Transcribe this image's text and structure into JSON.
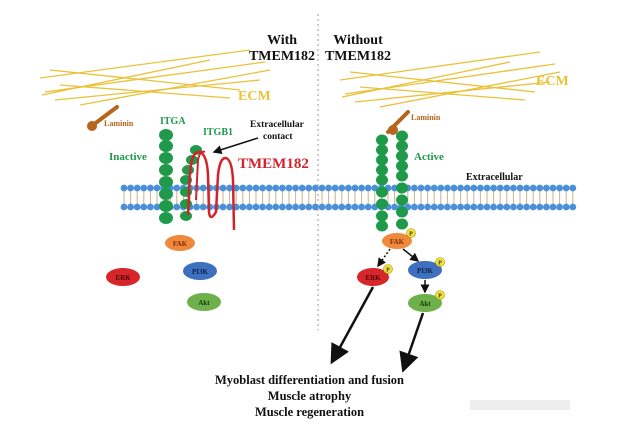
{
  "headers": {
    "left_line1": "With",
    "left_line2": "TMEM182",
    "right_line1": "Without",
    "right_line2": "TMEM182"
  },
  "labels": {
    "ecm": "ECM",
    "laminin": "Laminin",
    "itga": "ITGA",
    "itgb1": "ITGB1",
    "extracellular_contact_line1": "Extracellular",
    "extracellular_contact_line2": "contact",
    "tmem182": "TMEM182",
    "inactive": "Inactive",
    "active": "Active",
    "extracellular": "Extracellular",
    "fak": "FAK",
    "erk": "ERK",
    "pi3k": "PI3K",
    "akt": "Akt",
    "phospho": "P"
  },
  "outcomes": [
    "Myoblast differentiation and fusion",
    "Muscle atrophy",
    "Muscle regeneration"
  ],
  "colors": {
    "ecm": "#e9c23a",
    "laminin": "#b5651d",
    "integrin": "#1f9a4a",
    "tmem182": "#d1232a",
    "membrane_head": "#4a90d9",
    "fak": "#f0883e",
    "erk": "#d7262b",
    "pi3k": "#3f6fbf",
    "akt": "#6db04c",
    "phospho": "#f2e23a"
  }
}
